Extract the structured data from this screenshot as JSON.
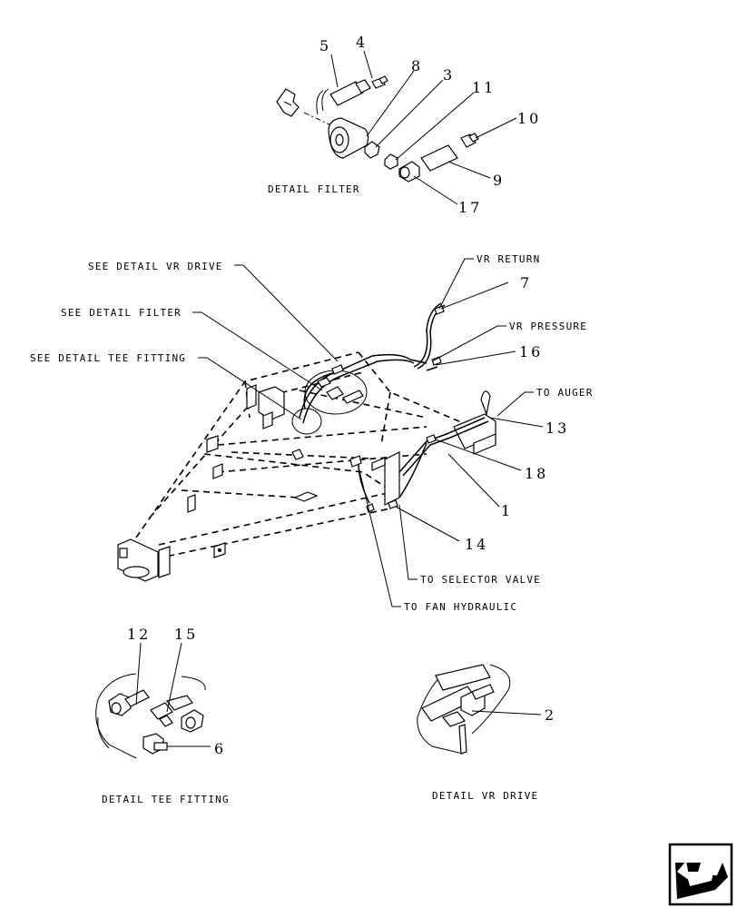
{
  "detail_labels": {
    "filter": "DETAIL  FILTER",
    "tee_fitting": "DETAIL  TEE FITTING",
    "vr_drive": "DETAIL  VR DRIVE"
  },
  "callouts": {
    "see_vr_drive": "SEE DETAIL  VR DRIVE",
    "see_filter": "SEE DETAIL  FILTER",
    "see_tee_fitting": "SEE DETAIL  TEE FITTING",
    "vr_return": "VR RETURN",
    "vr_pressure": "VR PRESSURE",
    "to_auger": "TO AUGER",
    "to_selector_valve": "TO SELECTOR VALVE",
    "to_fan_hydraulic": "TO FAN HYDRAULIC"
  },
  "part_numbers": {
    "p1": "1",
    "p2": "2",
    "p3": "3",
    "p4": "4",
    "p5": "5",
    "p6": "6",
    "p7": "7",
    "p8": "8",
    "p9": "9",
    "p10": "10",
    "p11": "11",
    "p12": "12",
    "p13": "13",
    "p14": "14",
    "p15": "15",
    "p16": "16",
    "p17": "17",
    "p18": "18"
  },
  "icons": {
    "nav": "back-arrow-icon"
  }
}
